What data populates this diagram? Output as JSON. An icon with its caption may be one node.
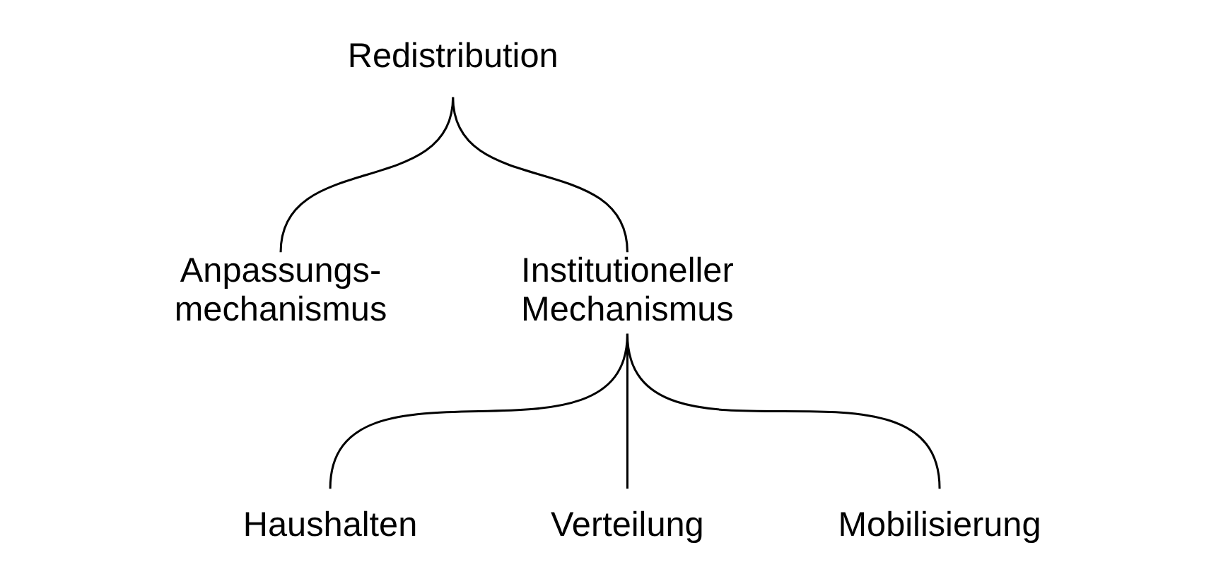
{
  "diagram": {
    "nodes": [
      {
        "text": [
          "Redistribution"
        ]
      },
      {
        "text": [
          "Anpassungs- mechanismus"
        ]
      },
      {
        "text": [
          "Institutioneller Mechanismus"
        ]
      },
      {
        "text": [
          "Haushalten"
        ]
      },
      {
        "text": [
          "Verteilung"
        ]
      },
      {
        "text": [
          "Mobilisierung"
        ]
      }
    ],
    "edges": [
      {
        "from": 0,
        "to": 1,
        "arrow": "none"
      },
      {
        "from": 0,
        "to": 2,
        "arrow": "none"
      },
      {
        "from": 2,
        "to": 3,
        "arrow": "none"
      },
      {
        "from": 2,
        "to": 4,
        "arrow": "none"
      },
      {
        "from": 2,
        "to": 5,
        "arrow": "none"
      }
    ]
  }
}
